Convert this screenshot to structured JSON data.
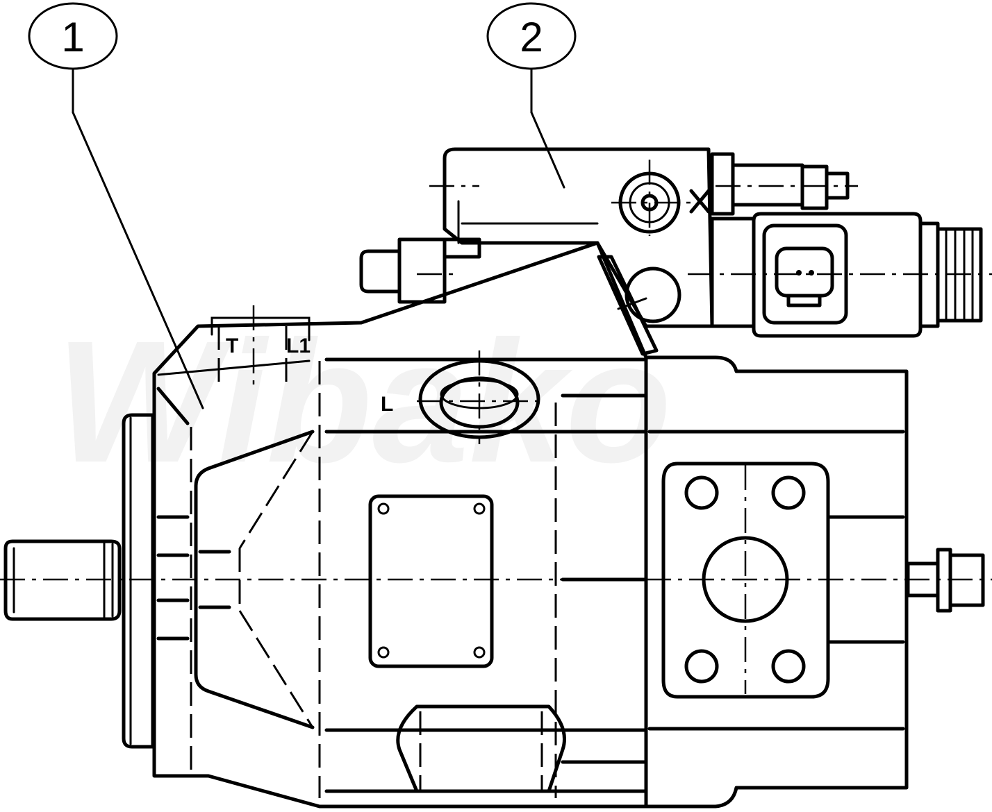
{
  "watermark": "Wibako",
  "callouts": [
    {
      "id": "1",
      "label": "1"
    },
    {
      "id": "2",
      "label": "2"
    }
  ],
  "ports": {
    "L": "L",
    "L1": "L1",
    "T": "T",
    "X": "X"
  },
  "colors": {
    "line": "#000000",
    "background": "#ffffff"
  }
}
